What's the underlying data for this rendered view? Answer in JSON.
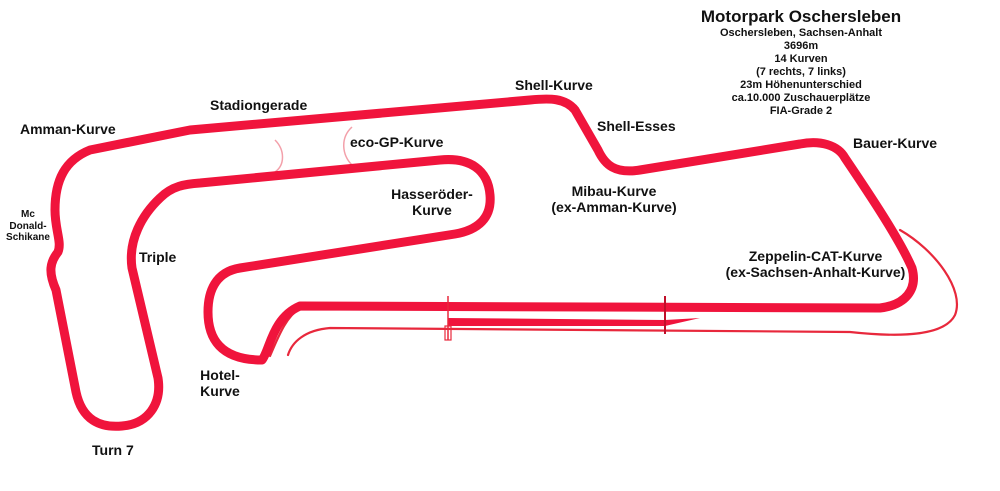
{
  "circuit": {
    "name": "Motorpark Oschersleben",
    "location": "Oschersleben, Sachsen-Anhalt",
    "length": "3696m",
    "turns": "14 Kurven",
    "turns_detail": "(7 rechts, 7 links)",
    "elevation": "23m Höhenunterschied",
    "spectators": "ca.10.000 Zuschauerplätze",
    "grade": "FIA-Grade 2"
  },
  "corners": {
    "amman_kurve": "Amman-Kurve",
    "stadiongerade": "Stadiongerade",
    "shell_kurve": "Shell-Kurve",
    "shell_esses": "Shell-Esses",
    "eco_gp_kurve": "eco-GP-Kurve",
    "bauer_kurve": "Bauer-Kurve",
    "hasseroeder_line1": "Hasseröder-",
    "hasseroeder_line2": "Kurve",
    "mibau_line1": "Mibau-Kurve",
    "mibau_line2": "(ex-Amman-Kurve)",
    "mcdonald_line1": "Mc",
    "mcdonald_line2": "Donald-",
    "mcdonald_line3": "Schikane",
    "triple": "Triple",
    "zeppelin_line1": "Zeppelin-CAT-Kurve",
    "zeppelin_line2": "(ex-Sachsen-Anhalt-Kurve)",
    "hotel_line1": "Hotel-",
    "hotel_line2": "Kurve",
    "turn7": "Turn 7"
  },
  "colors": {
    "track": "#f0143c",
    "alt_track": "#e8283c",
    "pit": "#f0143c",
    "background": "#ffffff",
    "text": "#111111"
  }
}
